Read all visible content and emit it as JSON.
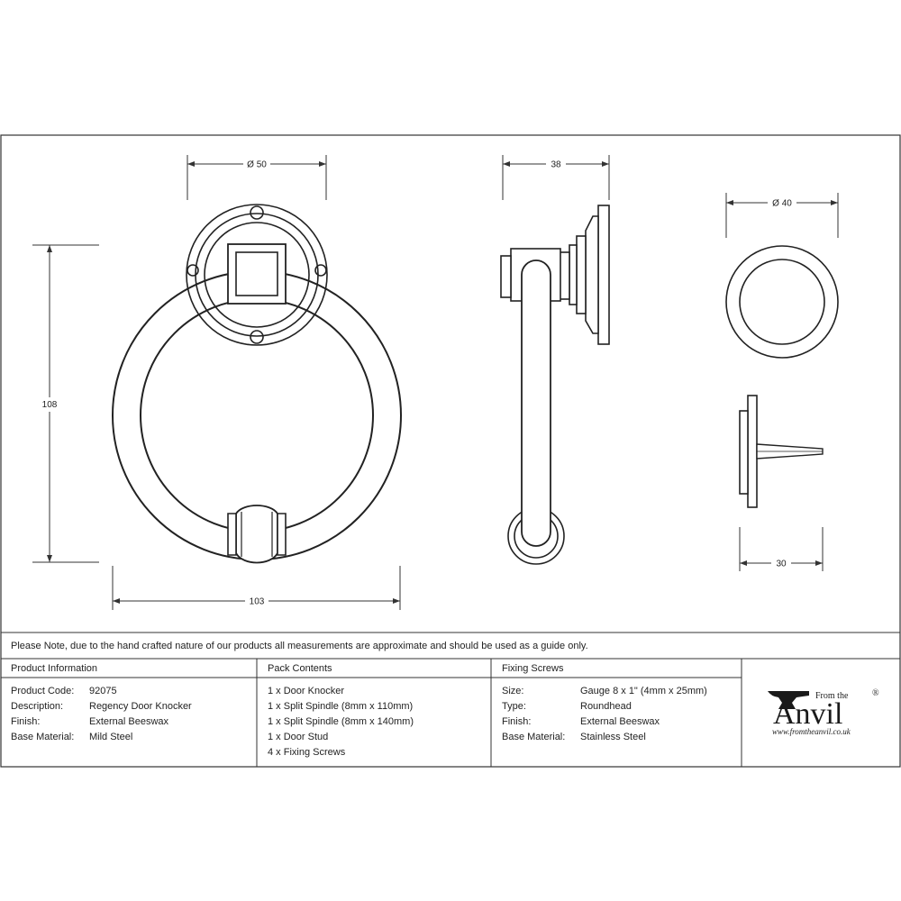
{
  "dimensions": {
    "front_diameter": "Ø 50",
    "front_height": "108",
    "front_width": "103",
    "side_depth": "38",
    "stud_diameter": "Ø 40",
    "stud_depth": "30"
  },
  "note": "Please Note, due to the hand crafted nature of our products all measurements are approximate and should be used as a guide only.",
  "product_information": {
    "heading": "Product Information",
    "rows": [
      {
        "label": "Product Code:",
        "value": "92075"
      },
      {
        "label": "Description:",
        "value": "Regency Door Knocker"
      },
      {
        "label": "Finish:",
        "value": "External Beeswax"
      },
      {
        "label": "Base Material:",
        "value": "Mild Steel"
      }
    ]
  },
  "pack_contents": {
    "heading": "Pack Contents",
    "items": [
      "1 x Door Knocker",
      "1 x Split Spindle (8mm x 110mm)",
      "1 x Split Spindle (8mm x 140mm)",
      "1 x Door Stud",
      "4 x Fixing Screws"
    ]
  },
  "fixing_screws": {
    "heading": "Fixing Screws",
    "rows": [
      {
        "label": "Size:",
        "value": "Gauge 8 x 1\" (4mm x 25mm)"
      },
      {
        "label": "Type:",
        "value": "Roundhead"
      },
      {
        "label": "Finish:",
        "value": "External Beeswax"
      },
      {
        "label": "Base Material:",
        "value": "Stainless Steel"
      }
    ]
  },
  "logo": {
    "from_the": "From the",
    "name": "Anvil",
    "registered": "®",
    "url": "www.fromtheanvil.co.uk"
  }
}
